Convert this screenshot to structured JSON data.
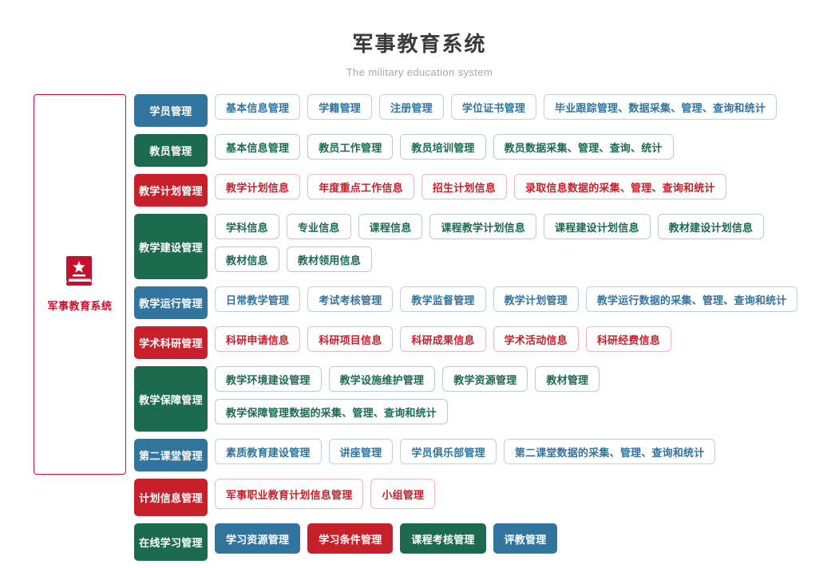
{
  "header": {
    "title": "军事教育系统",
    "subtitle": "The military education system"
  },
  "brand": {
    "icon": "book-star-icon",
    "label": "军事教育系统",
    "color": "#c8102e"
  },
  "theme_colors": {
    "blue": "#31759f",
    "green": "#1d6b4f",
    "red": "#c8202a"
  },
  "rows": [
    {
      "category": "学员管理",
      "theme": "blue",
      "items": [
        "基本信息管理",
        "学籍管理",
        "注册管理",
        "学位证书管理",
        "毕业跟踪管理、数据采集、管理、查询和统计"
      ]
    },
    {
      "category": "教员管理",
      "theme": "green",
      "items": [
        "基本信息管理",
        "教员工作管理",
        "教员培训管理",
        "教员数据采集、管理、查询、统计"
      ]
    },
    {
      "category": "教学计划管理",
      "theme": "red",
      "items": [
        "教学计划信息",
        "年度重点工作信息",
        "招生计划信息",
        "录取信息数据的采集、管理、查询和统计"
      ]
    },
    {
      "category": "教学建设管理",
      "theme": "green",
      "items": [
        "学科信息",
        "专业信息",
        "课程信息",
        "课程教学计划信息",
        "课程建设计划信息",
        "教材建设计划信息",
        "教材信息",
        "教材领用信息"
      ]
    },
    {
      "category": "教学运行管理",
      "theme": "blue",
      "items": [
        "日常教学管理",
        "考试考核管理",
        "教学监督管理",
        "教学计划管理",
        "教学运行数据的采集、管理、查询和统计"
      ]
    },
    {
      "category": "学术科研管理",
      "theme": "red",
      "items": [
        "科研申请信息",
        "科研项目信息",
        "科研成果信息",
        "学术活动信息",
        "科研经费信息"
      ]
    },
    {
      "category": "教学保障管理",
      "theme": "green",
      "items": [
        "教学环境建设管理",
        "教学设施维护管理",
        "教学资源管理",
        "教材管理",
        "教学保障管理数据的采集、管理、查询和统计"
      ]
    },
    {
      "category": "第二课堂管理",
      "theme": "blue",
      "items": [
        "素质教育建设管理",
        "讲座管理",
        "学员俱乐部管理",
        "第二课堂数据的采集、管理、查询和统计"
      ]
    },
    {
      "category": "计划信息管理",
      "theme": "red",
      "tall": true,
      "items": [
        "军事职业教育计划信息管理",
        "小组管理"
      ]
    },
    {
      "category": "在线学习管理",
      "theme": "green",
      "tall": true,
      "filled_items": [
        {
          "label": "学习资源管理",
          "fill": "blue"
        },
        {
          "label": "学习条件管理",
          "fill": "red"
        },
        {
          "label": "课程考核管理",
          "fill": "green"
        },
        {
          "label": "评教管理",
          "fill": "blue"
        }
      ]
    }
  ]
}
